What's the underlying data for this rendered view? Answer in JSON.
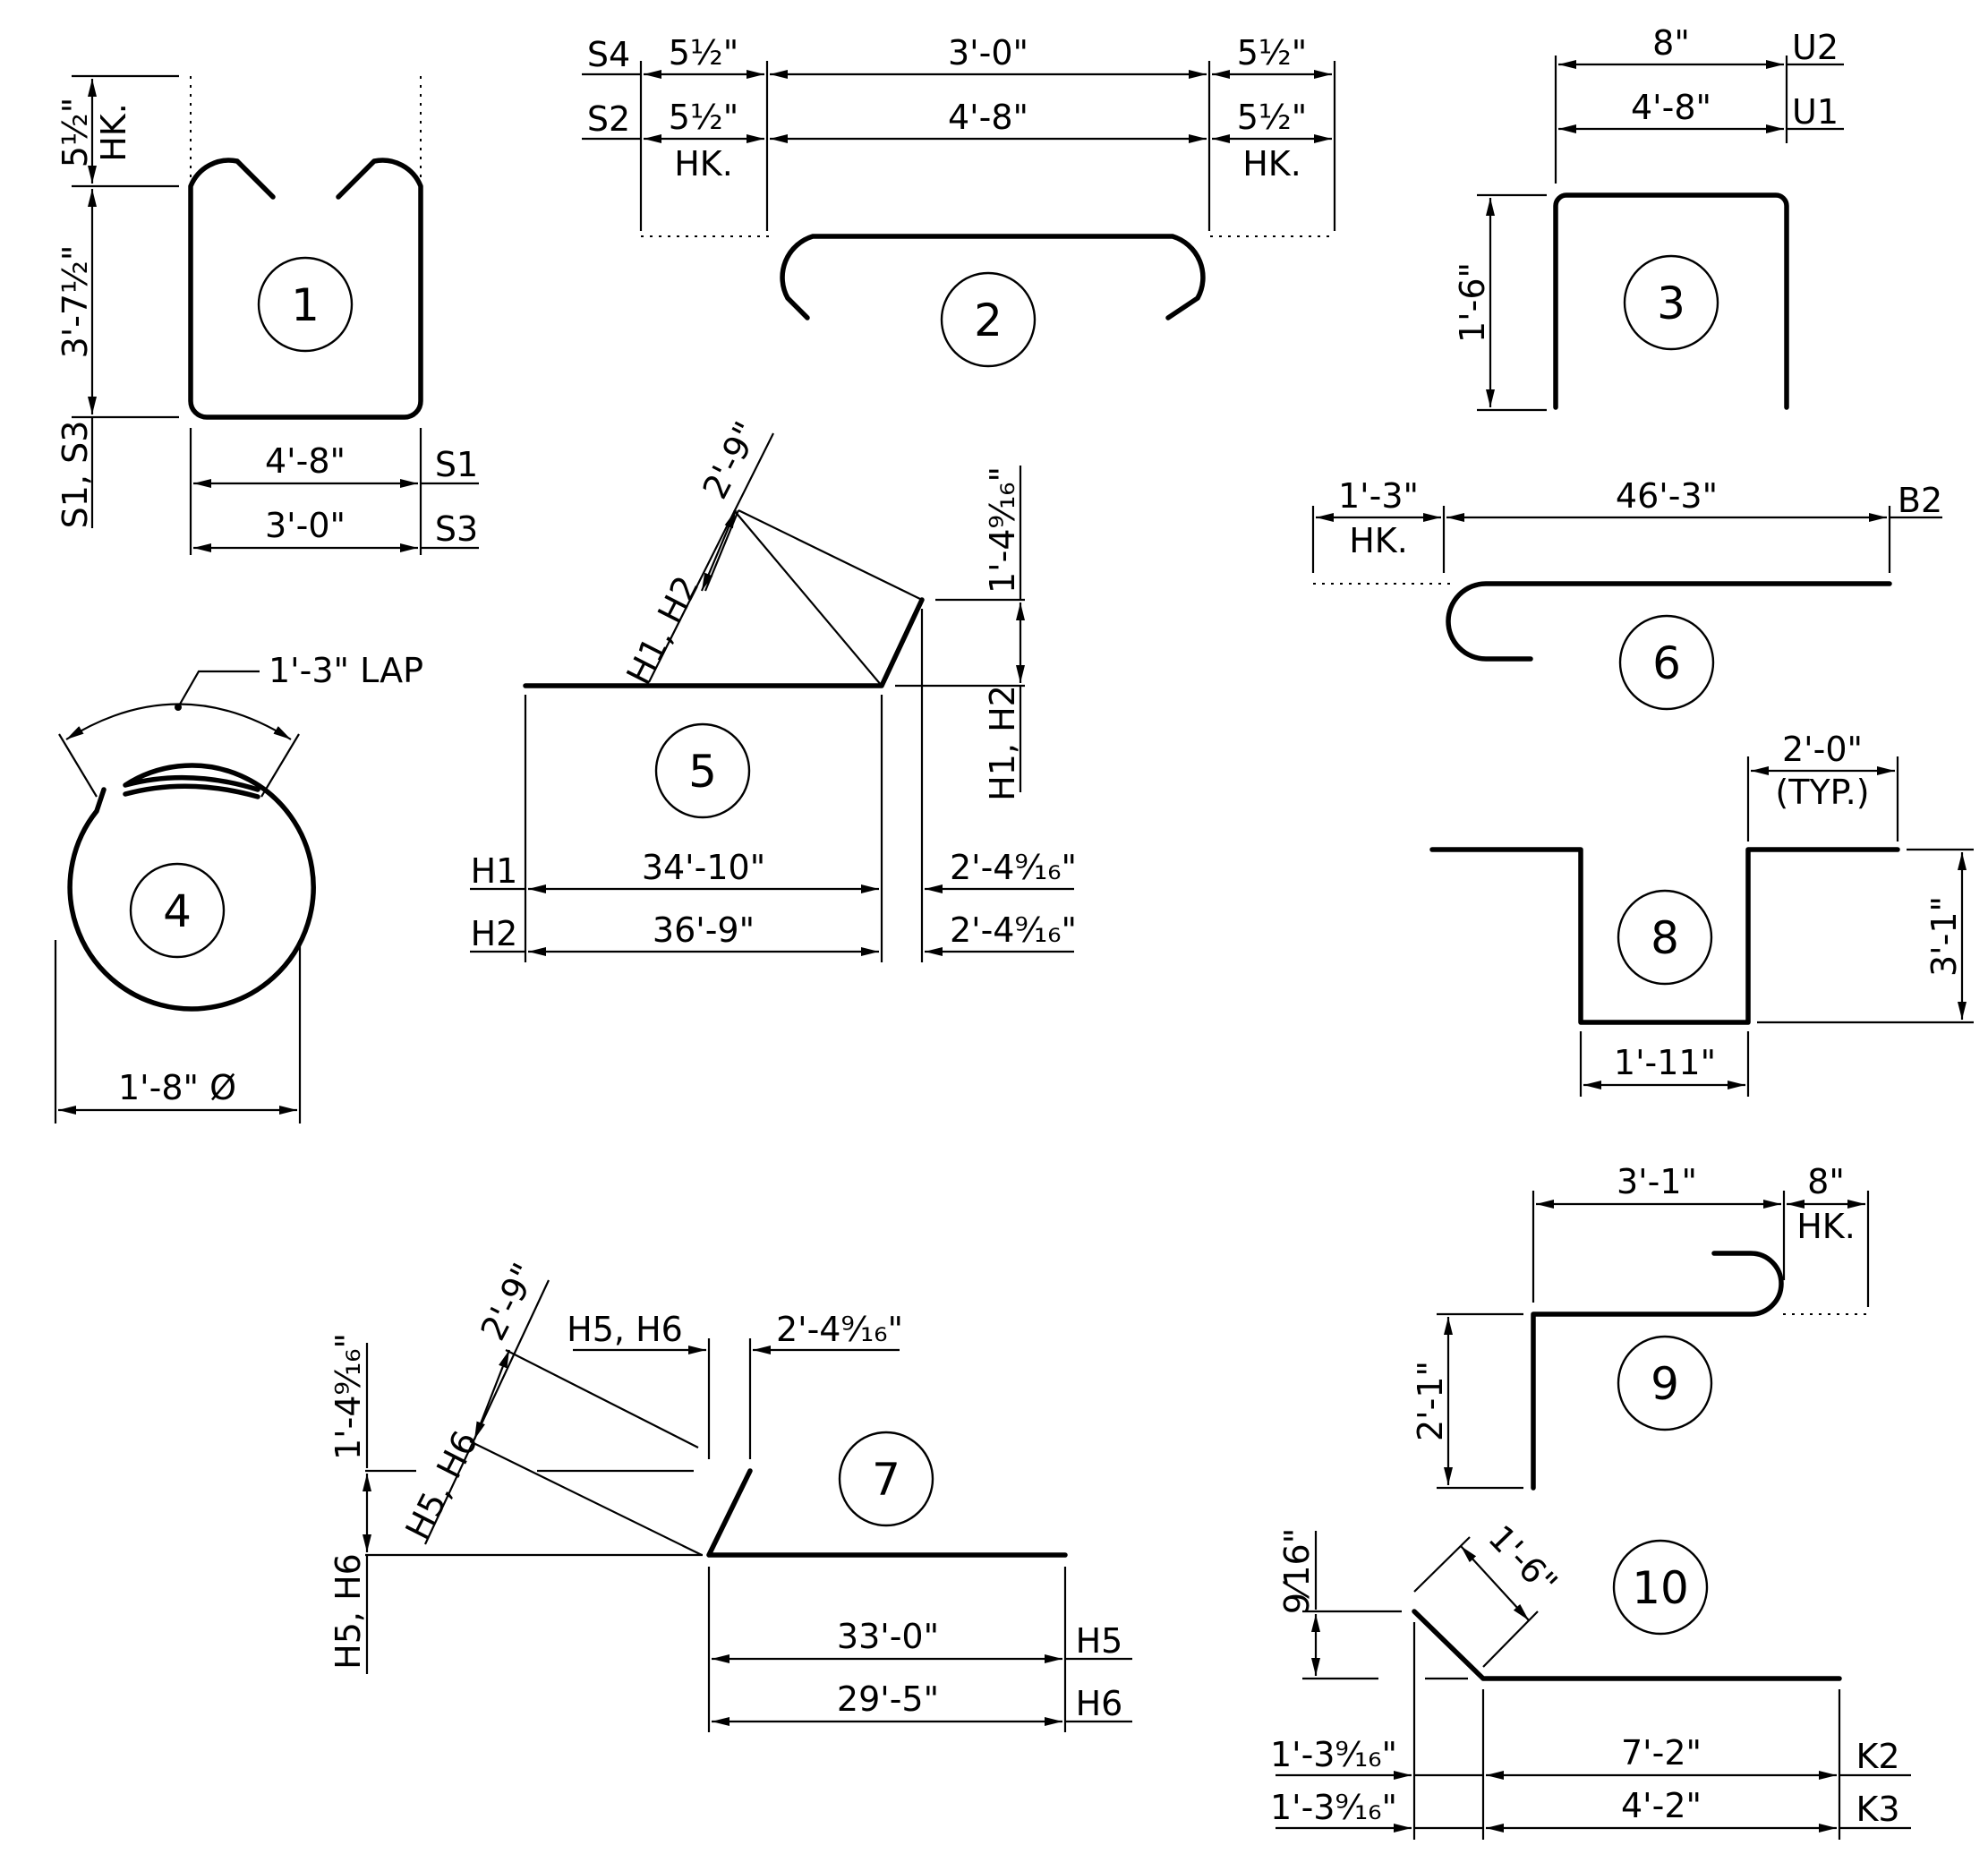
{
  "shape1": {
    "number": "1",
    "hook": "5½\"",
    "hook_note": "HK.",
    "height": "3'-7½\"",
    "bars": "S1, S3",
    "width_s1": "4'-8\"",
    "label_s1": "S1",
    "width_s3": "3'-0\"",
    "label_s3": "S3"
  },
  "shape2": {
    "number": "2",
    "row1_label": "S4",
    "row1_left": "5½\"",
    "row1_mid": "3'-0\"",
    "row1_right": "5½\"",
    "row2_label": "S2",
    "row2_left": "5½\"",
    "row2_mid": "4'-8\"",
    "row2_right": "5½\"",
    "hook_note": "HK."
  },
  "shape3": {
    "number": "3",
    "top_u2": "8\"",
    "label_u2": "U2",
    "top_u1": "4'-8\"",
    "label_u1": "U1",
    "height": "1'-6\""
  },
  "shape4": {
    "number": "4",
    "lap": "1'-3\" LAP",
    "diameter": "1'-8\" Ø"
  },
  "shape5": {
    "number": "5",
    "slope": "2'-9\"",
    "slope_bars": "H1, H2",
    "rise": "1'-4⁹⁄₁₆\"",
    "rise_bars": "H1, H2",
    "label_h1": "H1",
    "len_h1": "34'-10\"",
    "off_h1": "2'-4⁹⁄₁₆\"",
    "label_h2": "H2",
    "len_h2": "36'-9\"",
    "off_h2": "2'-4⁹⁄₁₆\""
  },
  "shape6": {
    "number": "6",
    "hook": "1'-3\"",
    "hook_note": "HK.",
    "length": "46'-3\"",
    "label": "B2"
  },
  "shape7": {
    "number": "7",
    "slope": "2'-9\"",
    "slope_bars": "H5, H6",
    "rise": "1'-4⁹⁄₁₆\"",
    "rise_bars": "H5, H6",
    "off_label": "H5, H6",
    "offset": "2'-4⁹⁄₁₆\"",
    "len_h5": "33'-0\"",
    "label_h5": "H5",
    "len_h6": "29'-5\"",
    "label_h6": "H6"
  },
  "shape8": {
    "number": "8",
    "typ_len": "2'-0\"",
    "typ_note": "(TYP.)",
    "depth": "3'-1\"",
    "bottom": "1'-11\""
  },
  "shape9": {
    "number": "9",
    "length": "3'-1\"",
    "hook": "8\"",
    "hook_note": "HK.",
    "height": "2'-1\""
  },
  "shape10": {
    "number": "10",
    "slope": "1'-6\"",
    "rise": "9⁄16\"",
    "off_k2": "1'-3⁹⁄₁₆\"",
    "len_k2": "7'-2\"",
    "label_k2": "K2",
    "off_k3": "1'-3⁹⁄₁₆\"",
    "len_k3": "4'-2\"",
    "label_k3": "K3"
  }
}
